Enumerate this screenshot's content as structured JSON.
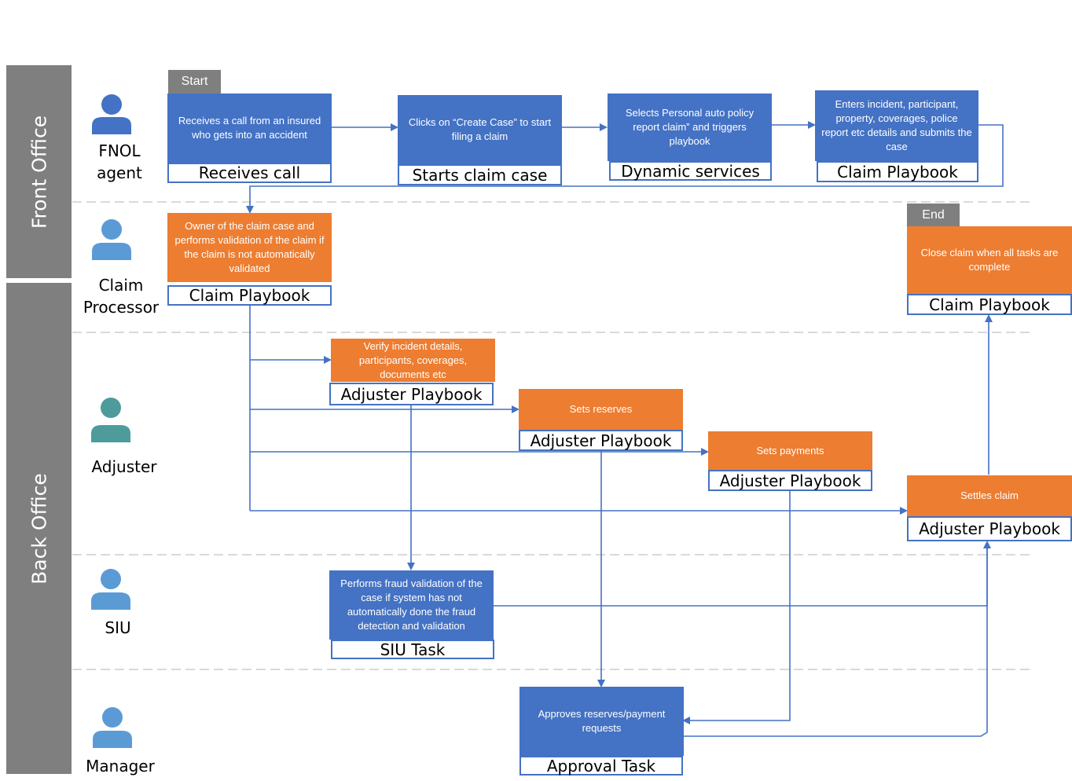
{
  "colors": {
    "lane_gray": "#7f7f7f",
    "task_blue": "#4472c4",
    "task_orange": "#ed7d31",
    "arrow_blue": "#4472c4",
    "divider": "#d9d9d9",
    "icon_blue": "#4472c4",
    "icon_light_blue": "#5b9bd5",
    "icon_teal": "#4e9b9c"
  },
  "offices": {
    "front": "Front Office",
    "back": "Back Office"
  },
  "actors": {
    "fnol": {
      "label": "FNOL\nagent",
      "icon": "person-icon"
    },
    "claim_processor": {
      "label": "Claim\nProcessor",
      "icon": "person-icon"
    },
    "adjuster": {
      "label": "Adjuster",
      "icon": "person-icon"
    },
    "siu": {
      "label": "SIU",
      "icon": "person-icon"
    },
    "manager": {
      "label": "Manager",
      "icon": "person-icon"
    }
  },
  "markers": {
    "start": "Start",
    "end": "End"
  },
  "tasks": {
    "receives_call": {
      "text": "Receives a call from an insured who gets into an accident",
      "tag": "Receives call"
    },
    "starts_claim": {
      "text": "Clicks on “Create Case” to start filing a claim",
      "tag": "Starts claim case"
    },
    "dynamic_services": {
      "text": "Selects Personal auto policy report claim” and triggers playbook",
      "tag": "Dynamic services"
    },
    "enters_details": {
      "text": "Enters incident, participant, property, coverages, police report etc details and submits the case",
      "tag": "Claim Playbook"
    },
    "owner_validation": {
      "text": "Owner of  the claim case  and performs validation of the claim if the claim is not automatically validated",
      "tag": "Claim Playbook"
    },
    "verify_incident": {
      "text": "Verify incident details, participants, coverages, documents etc",
      "tag": "Adjuster Playbook"
    },
    "sets_reserves": {
      "text": "Sets reserves",
      "tag": "Adjuster Playbook"
    },
    "sets_payments": {
      "text": "Sets payments",
      "tag": "Adjuster Playbook"
    },
    "settles_claim": {
      "text": "Settles claim",
      "tag": "Adjuster Playbook"
    },
    "close_claim": {
      "text": "Close claim when all tasks are complete",
      "tag": "Claim Playbook"
    },
    "fraud_validation": {
      "text": "Performs fraud validation of the case if system has not automatically done the fraud detection and validation",
      "tag": "SIU Task"
    },
    "approves": {
      "text": "Approves reserves/payment requests",
      "tag": "Approval Task"
    }
  }
}
